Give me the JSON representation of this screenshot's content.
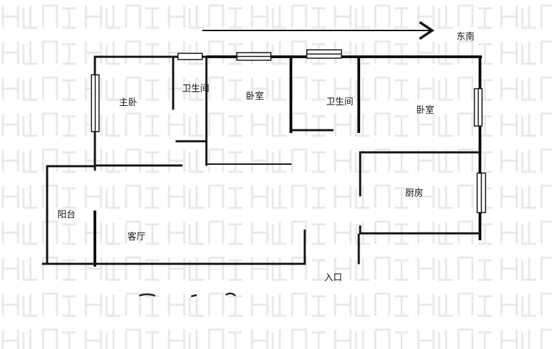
{
  "compass": {
    "label": "东南"
  },
  "rooms": {
    "master_bedroom": "主卧",
    "bathroom_1": "卫生间",
    "bedroom_1": "卧室",
    "bathroom_2": "卫生间",
    "bedroom_2": "卧室",
    "kitchen": "厨房",
    "balcony": "阳台",
    "living_room": "客厅"
  },
  "entrance": {
    "label": "入口"
  },
  "colors": {
    "wall": "#111111",
    "window_fill": "#ffffff",
    "watermark": "#e6e6e6",
    "background": "#ffffff"
  }
}
